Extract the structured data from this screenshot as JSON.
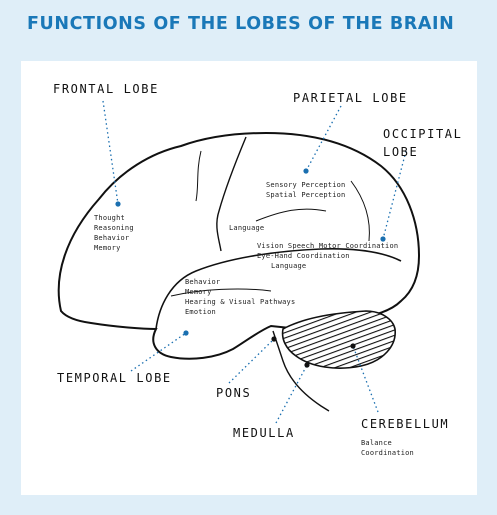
{
  "title": "FUNCTIONS OF THE LOBES OF THE BRAIN",
  "labels": {
    "frontal": "FRONTAL LOBE",
    "parietal": "PARIETAL LOBE",
    "occipital_1": "OCCIPITAL",
    "occipital_2": "LOBE",
    "temporal": "TEMPORAL LOBE",
    "pons": "PONS",
    "medulla": "MEDULLA",
    "cerebellum": "CEREBELLUM"
  },
  "functions": {
    "frontal": [
      "Thought",
      "Reasoning",
      "Behavior",
      "Memory"
    ],
    "parietal": [
      "Sensory Perception",
      "Spatial Perception"
    ],
    "parietal_lower": [
      "Language"
    ],
    "occipital": [
      "Vision",
      "Speech",
      "Motor Coordination",
      "Eye-Hand Coordination",
      "Language"
    ],
    "temporal": [
      "Behavior",
      "Memory",
      "Hearing & Visual Pathways",
      "Emotion"
    ],
    "cerebellum": [
      "Balance",
      "Coordination"
    ]
  },
  "colors": {
    "title": "#1a78b8",
    "background": "#dfeef8",
    "panel": "#ffffff",
    "leader_dots": "#1a6fb0"
  }
}
